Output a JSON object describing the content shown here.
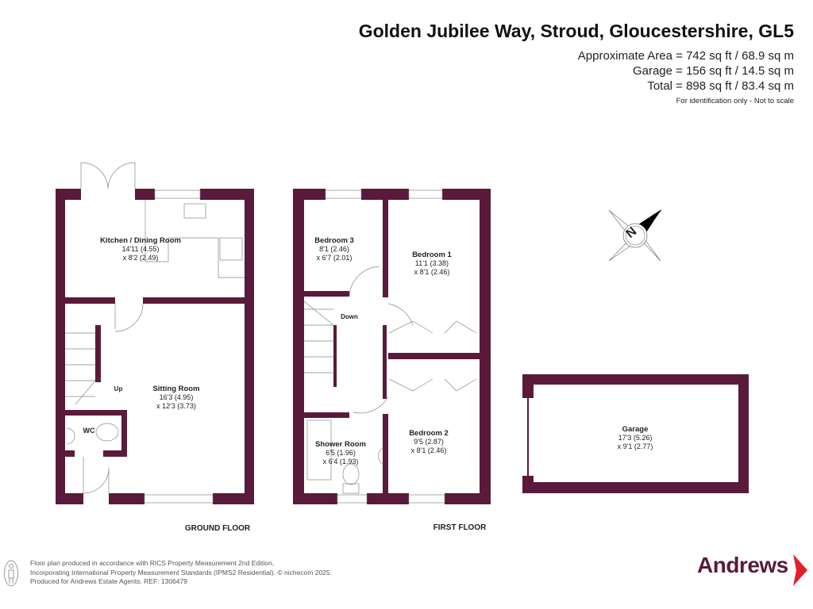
{
  "header": {
    "title": "Golden Jubilee Way, Stroud, Gloucestershire, GL5",
    "approx_area": "Approximate Area = 742 sq ft / 68.9 sq m",
    "garage_area": "Garage = 156 sq ft / 14.5 sq m",
    "total_area": "Total = 898 sq ft / 83.4 sq m",
    "note": "For identification only - Not to scale"
  },
  "rooms": {
    "kitchen": {
      "name": "Kitchen / Dining Room",
      "dim1": "14'11 (4.55)",
      "dim2": "x 8'2 (2.49)"
    },
    "sitting": {
      "name": "Sitting Room",
      "dim1": "16'3 (4.95)",
      "dim2": "x 12'3 (3.73)"
    },
    "wc": {
      "name": "WC"
    },
    "up": "Up",
    "bedroom3": {
      "name": "Bedroom 3",
      "dim1": "8'1 (2.46)",
      "dim2": "x 6'7 (2.01)"
    },
    "bedroom1": {
      "name": "Bedroom 1",
      "dim1": "11'1 (3.38)",
      "dim2": "x 8'1 (2.46)"
    },
    "down": "Down",
    "shower": {
      "name": "Shower Room",
      "dim1": "6'5 (1.96)",
      "dim2": "x 6'4 (1.93)"
    },
    "bedroom2": {
      "name": "Bedroom 2",
      "dim1": "9'5 (2.87)",
      "dim2": "x 8'1 (2.46)"
    },
    "garage": {
      "name": "Garage",
      "dim1": "17'3 (5.26)",
      "dim2": "x 9'1 (2.77)"
    }
  },
  "floors": {
    "ground": "GROUND FLOOR",
    "first": "FIRST FLOOR"
  },
  "compass": "N",
  "footer": {
    "line1": "Floor plan produced in accordance with RICS Property Measurement 2nd Edition,",
    "line2": "Incorporating International Property Measurement Standards (IPMS2 Residential).   © nichecom 2025.",
    "line3": "Produced for Andrews Estate Agents.   REF: 1306479"
  },
  "brand": "Andrews",
  "colors": {
    "wall": "#5a1a3c",
    "brand_arrow": "#e3202a"
  }
}
